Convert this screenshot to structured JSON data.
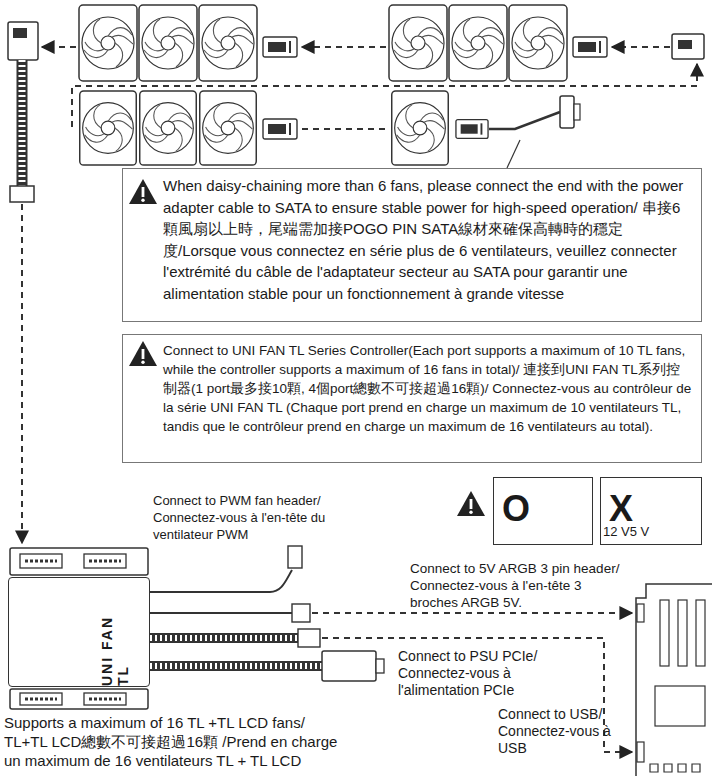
{
  "diagram": {
    "nodes": [
      {
        "text": [
          "When daisy-chaining more than 6 fans, please connect the end with the power adapter cable to SATA to ensure stable power for high-speed operation/ 串接6顆風扇以上時，尾端需加接POGO PIN SATA線材來確保高轉時的穩定度/Lorsque vous connectez en série plus de 6 ventilateurs, veuillez connecter l'extrémité du câble de l'adaptateur secteur au SATA pour garantir une alimentation stable pour un fonctionnement à grande vitesse"
        ]
      },
      {
        "text": [
          "Connect to UNI FAN TL Series Controller(Each port supports a maximum of 10 TL fans, while the controller supports a maximum of 16 fans in total)/ 連接到UNI FAN TL系列控制器(1 port最多接10顆, 4個port總數不可接超過16顆)/ Connectez-vous au contrôleur de la série UNI FAN TL (Chaque port prend en charge un maximum de 10 ventilateurs TL, tandis que le contrôleur prend en charge un maximum de 16 ventilateurs au total)."
        ]
      },
      {
        "text": [
          "UNI FAN TL"
        ]
      },
      {
        "text": [
          "O"
        ]
      },
      {
        "text": [
          "X",
          "12 V5 V"
        ]
      }
    ],
    "labels": [
      "Connect to PWM fan header/ Connectez-vous à l'en-tête du ventilateur PWM",
      "Connect to 5V ARGB 3 pin header/ Connectez-vous à l'en-tête 3 broches ARGB 5V.",
      "Connect to PSU PCIe/ Connectez-vous à l'alimentation PCIe",
      "Connect to USB/ Connectez-vous à USB",
      "Supports a maximum of 16 TL +TL LCD fans/ TL+TL LCD總數不可接超過16顆 /Prend en charge un maximum de 16 ventilateurs TL + TL LCD"
    ]
  }
}
